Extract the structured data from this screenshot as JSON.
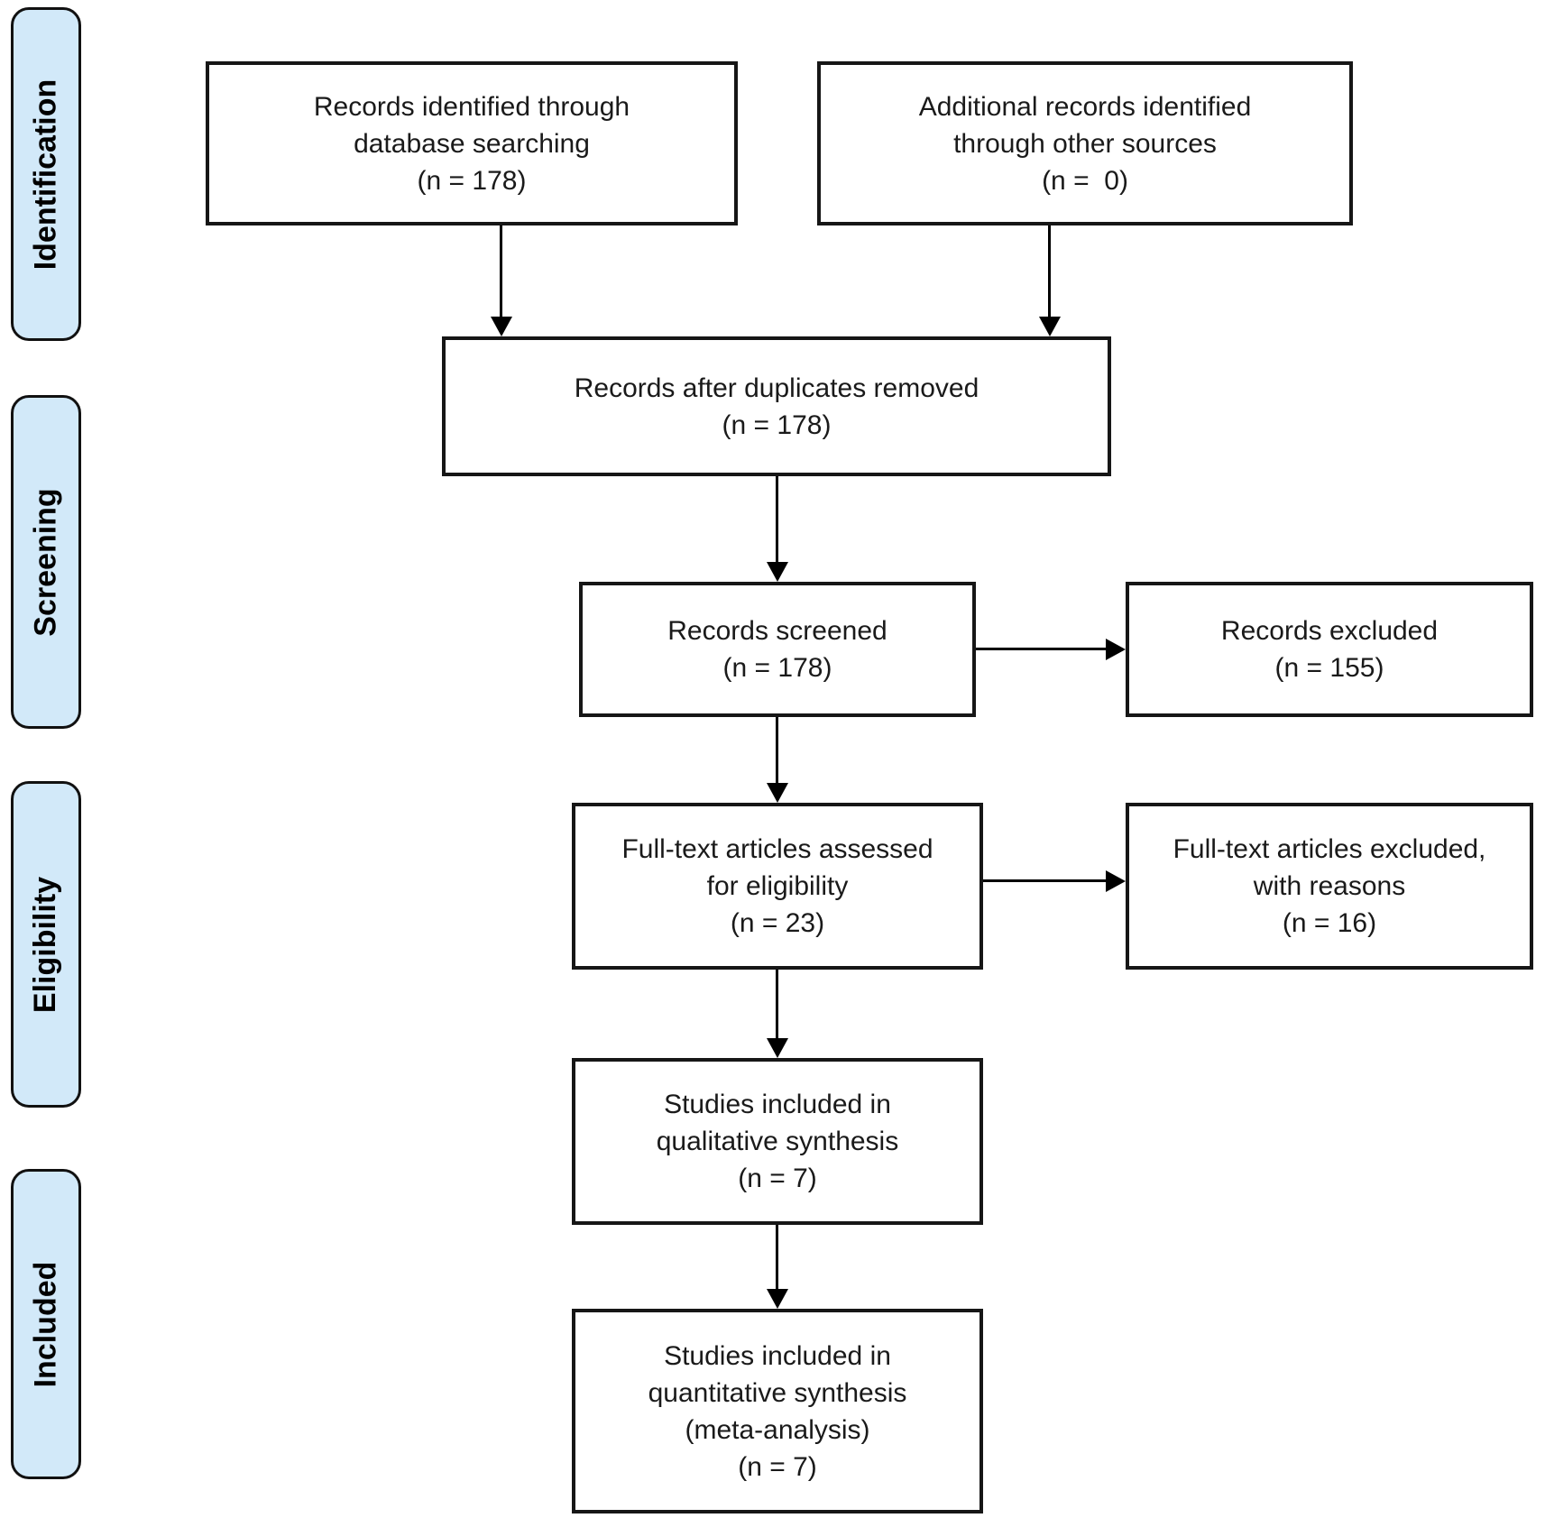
{
  "diagram": {
    "kind": "prisma-flow-diagram"
  },
  "colors": {
    "stage_fill": "#d2e9f9",
    "stage_border": "#111111",
    "box_border": "#161616",
    "arrow": "#000000",
    "background": "#ffffff"
  },
  "stages": [
    {
      "id": "identification",
      "label": "Identification"
    },
    {
      "id": "screening",
      "label": "Screening"
    },
    {
      "id": "eligibility",
      "label": "Eligibility"
    },
    {
      "id": "included",
      "label": "Included"
    }
  ],
  "boxes": [
    {
      "id": "records-identified",
      "text": "Records identified through\ndatabase searching\n(n = 178)",
      "n": 178
    },
    {
      "id": "additional-records",
      "text": "Additional records identified\nthrough other sources\n(n =  0)",
      "n": 0
    },
    {
      "id": "after-duplicates",
      "text": "Records after duplicates removed\n(n = 178)",
      "n": 178
    },
    {
      "id": "records-screened",
      "text": "Records screened\n(n = 178)",
      "n": 178
    },
    {
      "id": "records-excluded",
      "text": "Records excluded\n(n = 155)",
      "n": 155
    },
    {
      "id": "fulltext-assessed",
      "text": "Full-text articles assessed\nfor eligibility\n(n = 23)",
      "n": 23
    },
    {
      "id": "fulltext-excluded",
      "text": "Full-text articles excluded,\nwith reasons\n(n = 16)",
      "n": 16
    },
    {
      "id": "qualitative-synthesis",
      "text": "Studies included in\nqualitative synthesis\n(n = 7)",
      "n": 7
    },
    {
      "id": "quantitative-synthesis",
      "text": "Studies included in\nquantitative synthesis\n(meta-analysis)\n(n = 7)",
      "n": 7
    }
  ]
}
